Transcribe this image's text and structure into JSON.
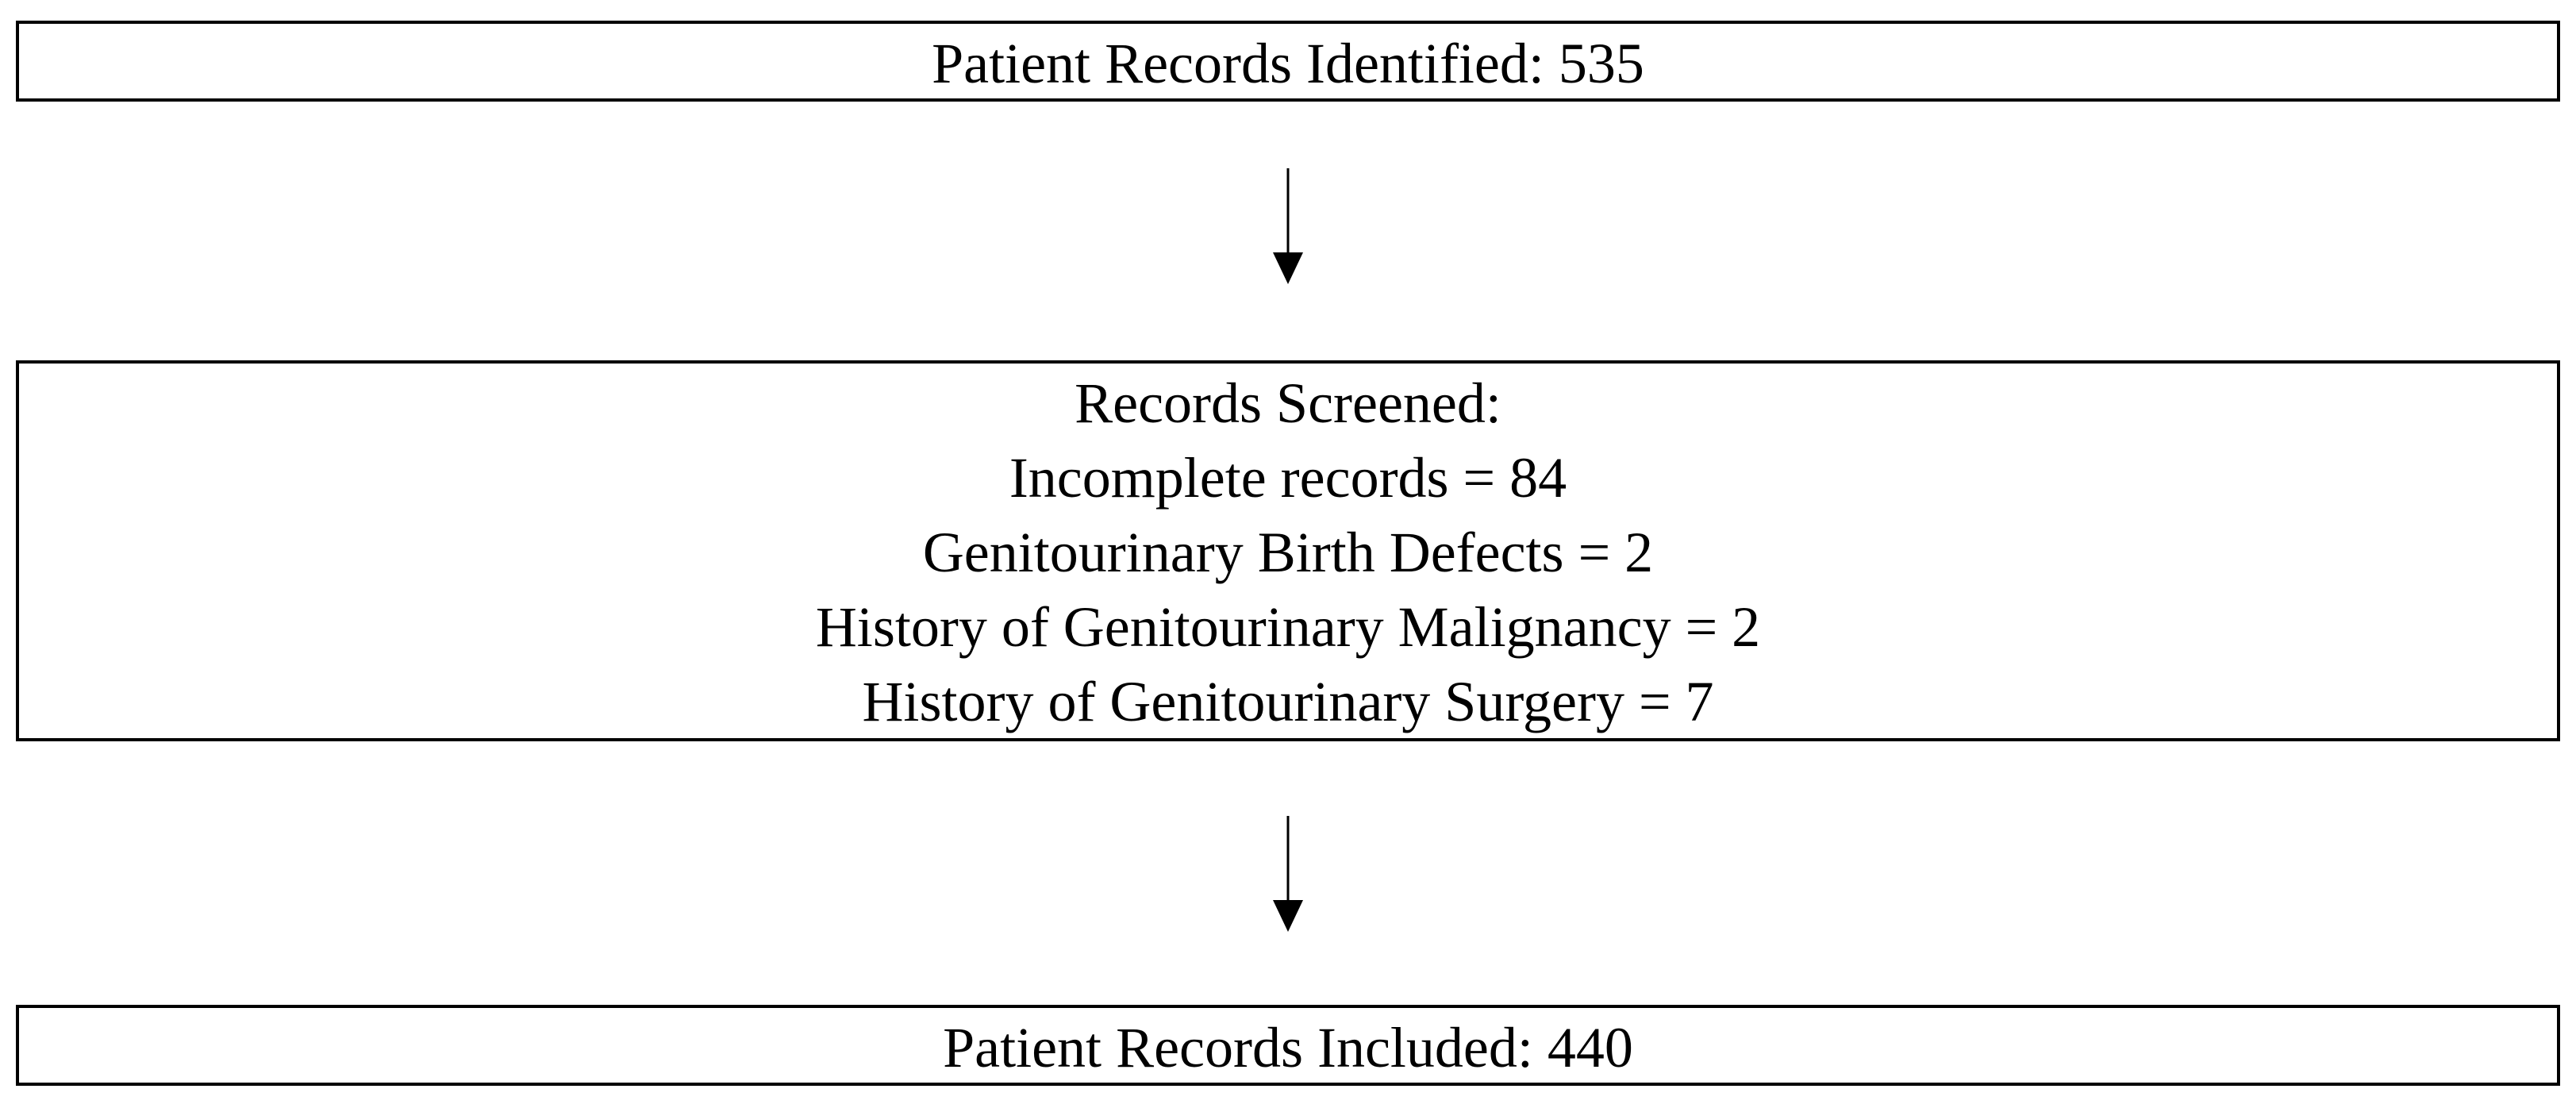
{
  "flowchart": {
    "identified": {
      "label": "Patient Records Identified: 535"
    },
    "screened": {
      "lines": [
        "Records Screened:",
        "Incomplete records = 84",
        "Genitourinary Birth Defects = 2",
        "History of Genitourinary Malignancy = 2",
        "History of Genitourinary Surgery = 7"
      ]
    },
    "included": {
      "label": "Patient Records Included: 440"
    }
  },
  "colors": {
    "stroke": "#000000",
    "background": "#ffffff"
  }
}
